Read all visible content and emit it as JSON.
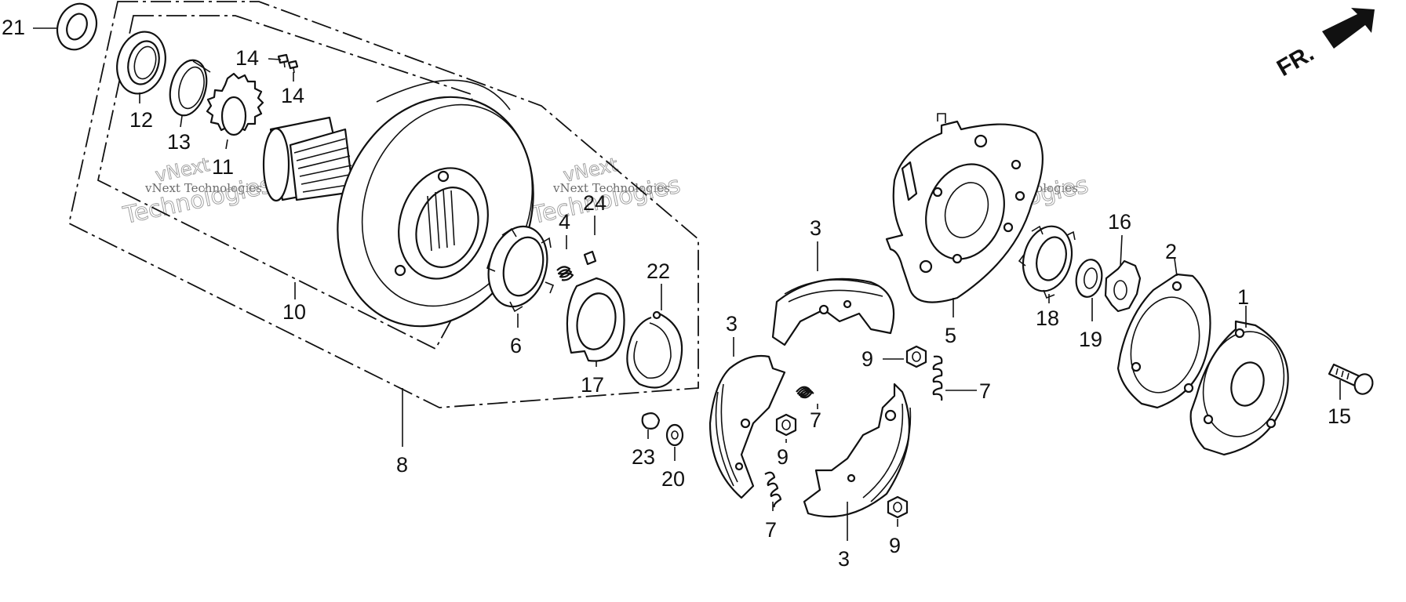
{
  "direction_label": "FR.",
  "watermark": {
    "company": "vNext Technologies",
    "big_line1": "vNext",
    "big_line2": "Technologies"
  },
  "callouts": [
    {
      "id": "c21",
      "text": "21"
    },
    {
      "id": "c12",
      "text": "12"
    },
    {
      "id": "c13",
      "text": "13"
    },
    {
      "id": "c14a",
      "text": "14"
    },
    {
      "id": "c14b",
      "text": "14"
    },
    {
      "id": "c11",
      "text": "11"
    },
    {
      "id": "c10",
      "text": "10"
    },
    {
      "id": "c8",
      "text": "8"
    },
    {
      "id": "c4",
      "text": "4"
    },
    {
      "id": "c24",
      "text": "24"
    },
    {
      "id": "c22",
      "text": "22"
    },
    {
      "id": "c6",
      "text": "6"
    },
    {
      "id": "c17",
      "text": "17"
    },
    {
      "id": "c23",
      "text": "23"
    },
    {
      "id": "c20",
      "text": "20"
    },
    {
      "id": "c3a",
      "text": "3"
    },
    {
      "id": "c3b",
      "text": "3"
    },
    {
      "id": "c3c",
      "text": "3"
    },
    {
      "id": "c7a",
      "text": "7"
    },
    {
      "id": "c7b",
      "text": "7"
    },
    {
      "id": "c7c",
      "text": "7"
    },
    {
      "id": "c9a",
      "text": "9"
    },
    {
      "id": "c9b",
      "text": "9"
    },
    {
      "id": "c9c",
      "text": "9"
    },
    {
      "id": "c5",
      "text": "5"
    },
    {
      "id": "c18",
      "text": "18"
    },
    {
      "id": "c19",
      "text": "19"
    },
    {
      "id": "c16",
      "text": "16"
    },
    {
      "id": "c2",
      "text": "2"
    },
    {
      "id": "c1",
      "text": "1"
    },
    {
      "id": "c15",
      "text": "15"
    }
  ]
}
